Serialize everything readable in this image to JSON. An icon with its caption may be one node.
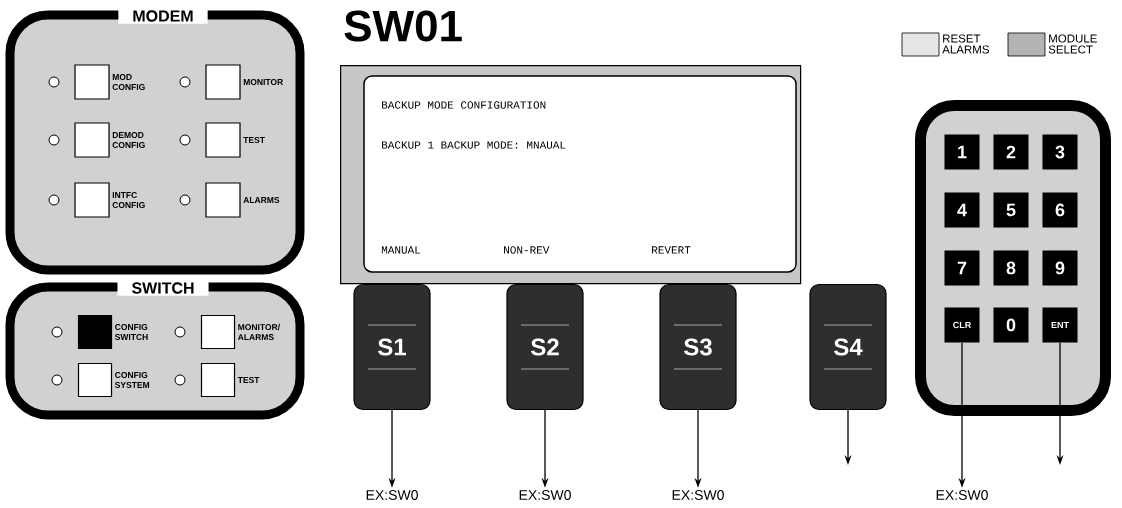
{
  "diagram": {
    "title": "SW01",
    "nodes": [
      {
        "text": [
          "MODEM"
        ]
      },
      {
        "text": [
          "MOD CONFIG"
        ],
        "in": 0
      },
      {
        "text": [
          "MONITOR"
        ],
        "in": 0
      },
      {
        "text": [
          "DEMOD CONFIG"
        ],
        "in": 0
      },
      {
        "text": [
          "TEST"
        ],
        "in": 0
      },
      {
        "text": [
          "INTFC CONFIG"
        ],
        "in": 0
      },
      {
        "text": [
          "ALARMS"
        ],
        "in": 0
      },
      {
        "text": [
          "SWITCH"
        ]
      },
      {
        "text": [
          "CONFIG SWITCH"
        ],
        "in": 7
      },
      {
        "text": [
          "MONITOR/ ALARMS"
        ],
        "in": 7
      },
      {
        "text": [
          "CONFIG SYSTEM"
        ],
        "in": 7
      },
      {
        "text": [
          "TEST"
        ],
        "in": 7
      },
      {
        "text": [
          "BACKUP MODE CONFIGURATION",
          "BACKUP 1 BACKUP MODE: MNAUAL",
          "MANUAL",
          "NON-REV",
          "REVERT"
        ]
      },
      {
        "text": [
          "S1"
        ]
      },
      {
        "text": [
          "S2"
        ]
      },
      {
        "text": [
          "S3"
        ]
      },
      {
        "text": [
          "S4"
        ]
      },
      {
        "text": [],
        "shape": "box"
      },
      {
        "text": [
          "1"
        ],
        "in": 17
      },
      {
        "text": [
          "2"
        ],
        "in": 17
      },
      {
        "text": [
          "3"
        ],
        "in": 17
      },
      {
        "text": [
          "4"
        ],
        "in": 17
      },
      {
        "text": [
          "5"
        ],
        "in": 17
      },
      {
        "text": [
          "6"
        ],
        "in": 17
      },
      {
        "text": [
          "7"
        ],
        "in": 17
      },
      {
        "text": [
          "8"
        ],
        "in": 17
      },
      {
        "text": [
          "9"
        ],
        "in": 17
      },
      {
        "text": [
          "CLR"
        ],
        "in": 17
      },
      {
        "text": [
          "0"
        ],
        "in": 17
      },
      {
        "text": [
          "ENT"
        ],
        "in": 17
      },
      {
        "text": [
          "EX:SW0"
        ]
      },
      {
        "text": [
          "EX:SW0"
        ]
      },
      {
        "text": [
          "EX:SW0"
        ]
      },
      {
        "text": [
          "EX:SW0"
        ]
      }
    ],
    "edges": [
      {
        "from": 13,
        "to": 30,
        "arrow": "to"
      },
      {
        "from": 14,
        "to": 31,
        "arrow": "to"
      },
      {
        "from": 15,
        "to": 32,
        "arrow": "to"
      },
      {
        "from": 16,
        "to": null,
        "arrow": "to"
      },
      {
        "from": 27,
        "to": 33,
        "arrow": "to"
      },
      {
        "from": 29,
        "to": null,
        "arrow": "to"
      }
    ],
    "legend": [
      {
        "text": "RESET ALARMS",
        "color": "#e6e6e6"
      },
      {
        "text": "MODULE SELECT",
        "color": "#b4b4b4"
      }
    ]
  }
}
